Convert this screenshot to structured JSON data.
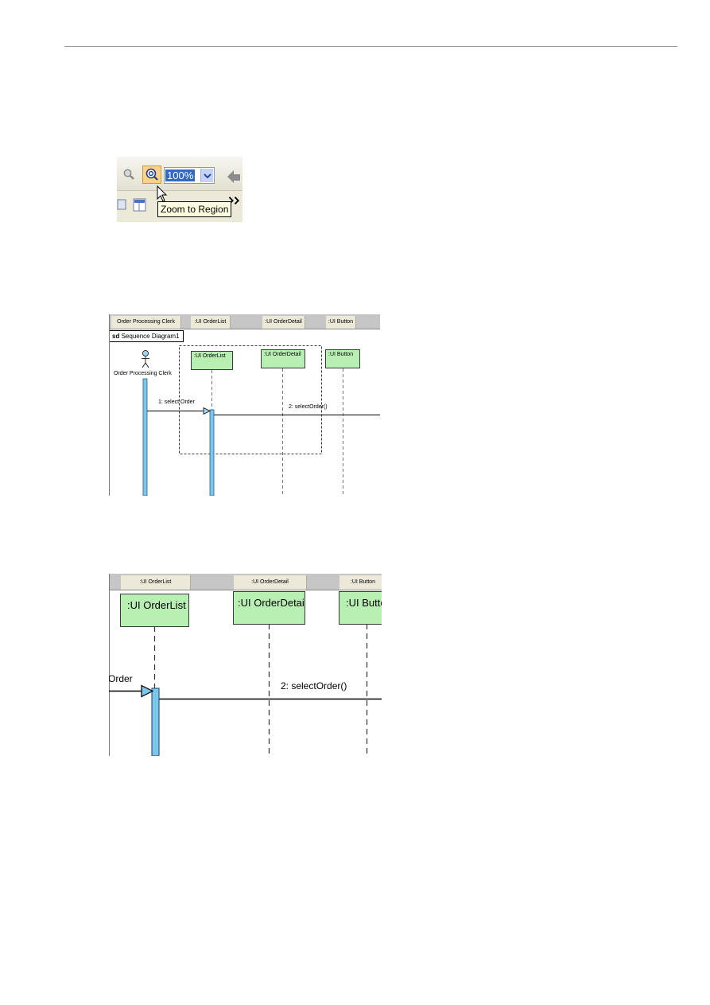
{
  "toolbar": {
    "zoom_value": "100%",
    "tooltip": "Zoom to Region"
  },
  "diagram1": {
    "header_cells": [
      "Order Processing Clerk",
      ":UI OrderList",
      ":UI OrderDetail",
      ":UI Button"
    ],
    "frame_keyword": "sd",
    "frame_name": "Sequence Diagram1",
    "actor": "Order Processing Clerk",
    "lifelines": [
      ":UI OrderList",
      ":UI OrderDetail",
      ":UI Button"
    ],
    "messages": [
      "1: select Order",
      "2: selectOrder()"
    ]
  },
  "diagram2": {
    "header_cells": [
      ":UI OrderList",
      ":UI OrderDetail",
      ":UI Button"
    ],
    "lifelines": [
      ":UI OrderList",
      ":UI OrderDetail",
      ":UI Button"
    ],
    "messages": [
      "Order",
      "2: selectOrder()"
    ]
  },
  "colors": {
    "lifeline_fill": "#b8f0b4",
    "activation_fill": "#7cc6ec",
    "selection_highlight": "#316ac5",
    "toolbar_hover": "#fbd48a"
  }
}
